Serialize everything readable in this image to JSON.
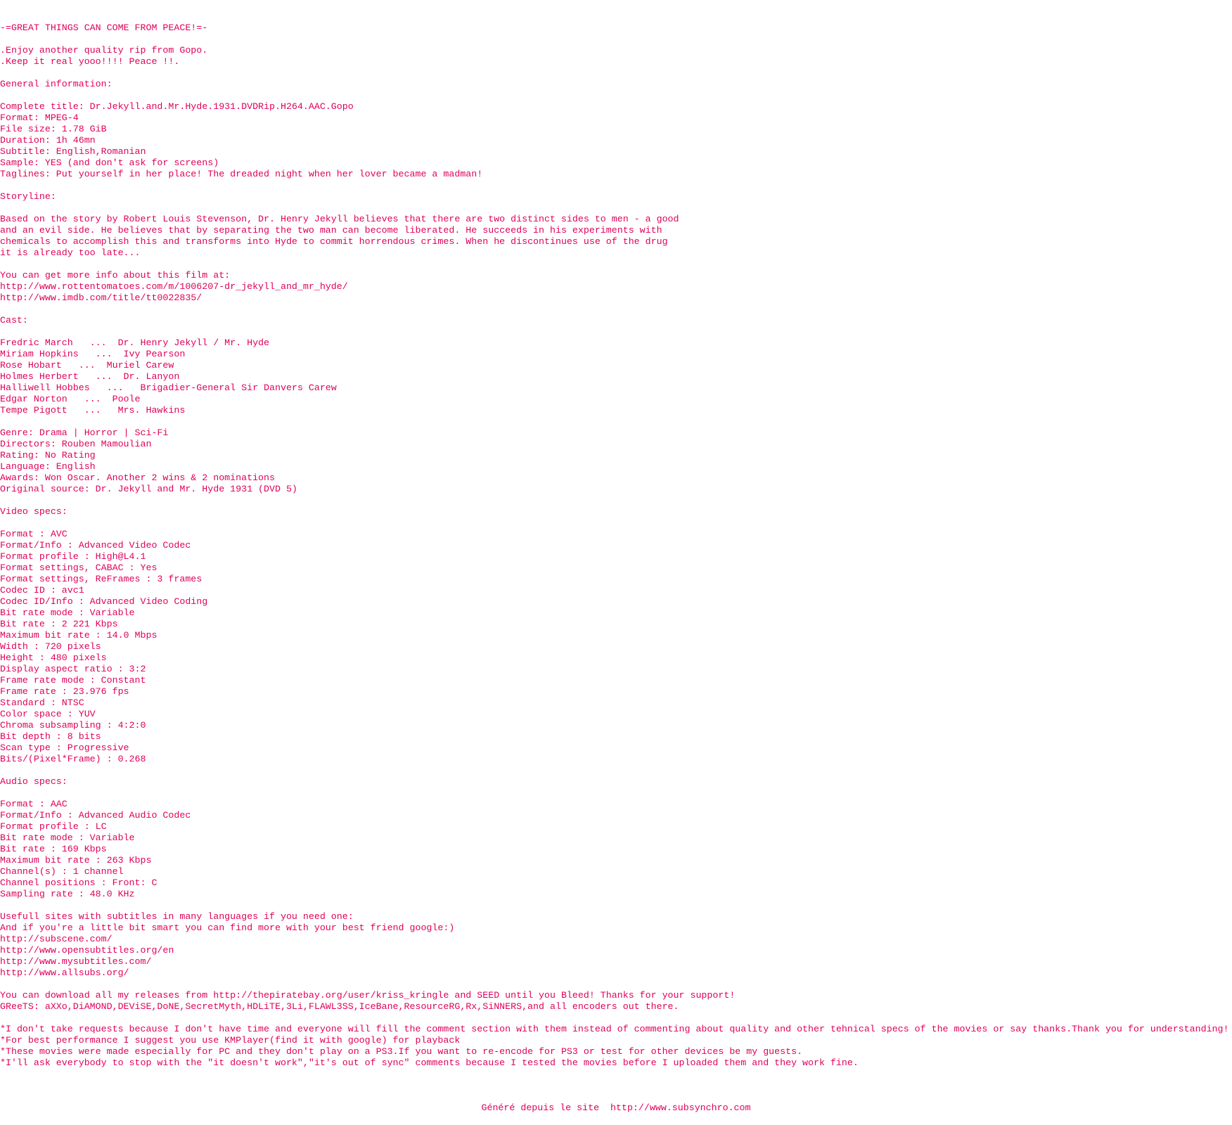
{
  "text_color": "#e0005a",
  "lines": [
    "-=GREAT THINGS CAN COME FROM PEACE!=-",
    "",
    ".Enjoy another quality rip from Gopo.",
    ".Keep it real yooo!!!! Peace !!.",
    "",
    "General information:",
    "",
    "Complete title: Dr.Jekyll.and.Mr.Hyde.1931.DVDRip.H264.AAC.Gopo",
    "Format: MPEG-4",
    "File size: 1.78 GiB",
    "Duration: 1h 46mn",
    "Subtitle: English,Romanian",
    "Sample: YES (and don't ask for screens)",
    "Taglines: Put yourself in her place! The dreaded night when her lover became a madman!",
    "",
    "Storyline:",
    "",
    "Based on the story by Robert Louis Stevenson, Dr. Henry Jekyll believes that there are two distinct sides to men - a good",
    "and an evil side. He believes that by separating the two man can become liberated. He succeeds in his experiments with",
    "chemicals to accomplish this and transforms into Hyde to commit horrendous crimes. When he discontinues use of the drug",
    "it is already too late...",
    "",
    "You can get more info about this film at:",
    "http://www.rottentomatoes.com/m/1006207-dr_jekyll_and_mr_hyde/",
    "http://www.imdb.com/title/tt0022835/",
    "",
    "Cast:",
    "",
    "Fredric March   ...  Dr. Henry Jekyll / Mr. Hyde",
    "Miriam Hopkins   ...  Ivy Pearson",
    "Rose Hobart   ...  Muriel Carew",
    "Holmes Herbert   ...  Dr. Lanyon",
    "Halliwell Hobbes   ...   Brigadier-General Sir Danvers Carew",
    "Edgar Norton   ...  Poole",
    "Tempe Pigott   ...   Mrs. Hawkins",
    "",
    "Genre: Drama | Horror | Sci-Fi",
    "Directors: Rouben Mamoulian",
    "Rating: No Rating",
    "Language: English",
    "Awards: Won Oscar. Another 2 wins & 2 nominations",
    "Original source: Dr. Jekyll and Mr. Hyde 1931 (DVD 5)",
    "",
    "Video specs:",
    "",
    "Format : AVC",
    "Format/Info : Advanced Video Codec",
    "Format profile : High@L4.1",
    "Format settings, CABAC : Yes",
    "Format settings, ReFrames : 3 frames",
    "Codec ID : avc1",
    "Codec ID/Info : Advanced Video Coding",
    "Bit rate mode : Variable",
    "Bit rate : 2 221 Kbps",
    "Maximum bit rate : 14.0 Mbps",
    "Width : 720 pixels",
    "Height : 480 pixels",
    "Display aspect ratio : 3:2",
    "Frame rate mode : Constant",
    "Frame rate : 23.976 fps",
    "Standard : NTSC",
    "Color space : YUV",
    "Chroma subsampling : 4:2:0",
    "Bit depth : 8 bits",
    "Scan type : Progressive",
    "Bits/(Pixel*Frame) : 0.268",
    "",
    "Audio specs:",
    "",
    "Format : AAC",
    "Format/Info : Advanced Audio Codec",
    "Format profile : LC",
    "Bit rate mode : Variable",
    "Bit rate : 169 Kbps",
    "Maximum bit rate : 263 Kbps",
    "Channel(s) : 1 channel",
    "Channel positions : Front: C",
    "Sampling rate : 48.0 KHz",
    "",
    "Usefull sites with subtitles in many languages if you need one:",
    "And if you're a little bit smart you can find more with your best friend google:)",
    "http://subscene.com/",
    "http://www.opensubtitles.org/en",
    "http://www.mysubtitles.com/",
    "http://www.allsubs.org/",
    "",
    "You can download all my releases from http://thepiratebay.org/user/kriss_kringle and SEED until you Bleed! Thanks for your support!",
    "GReeTS: aXXo,DiAMOND,DEViSE,DoNE,SecretMyth,HDLiTE,3Li,FLAWL3SS,IceBane,ResourceRG,Rx,SiNNERS,and all encoders out there.",
    "",
    "*I don't take requests because I don't have time and everyone will fill the comment section with them instead of commenting about quality and other tehnical specs of the movies or say thanks.Thank you for understanding!",
    "*For best performance I suggest you use KMPlayer(find it with google) for playback",
    "*These movies were made especially for PC and they don't play on a PS3.If you want to re-encode for PS3 or test for other devices be my guests.",
    "*I'll ask everybody to stop with the \"it doesn't work\",\"it's out of sync\" comments because I tested the movies before I uploaded them and they work fine.",
    ""
  ],
  "footer": "Généré depuis le site  http://www.subsynchro.com"
}
